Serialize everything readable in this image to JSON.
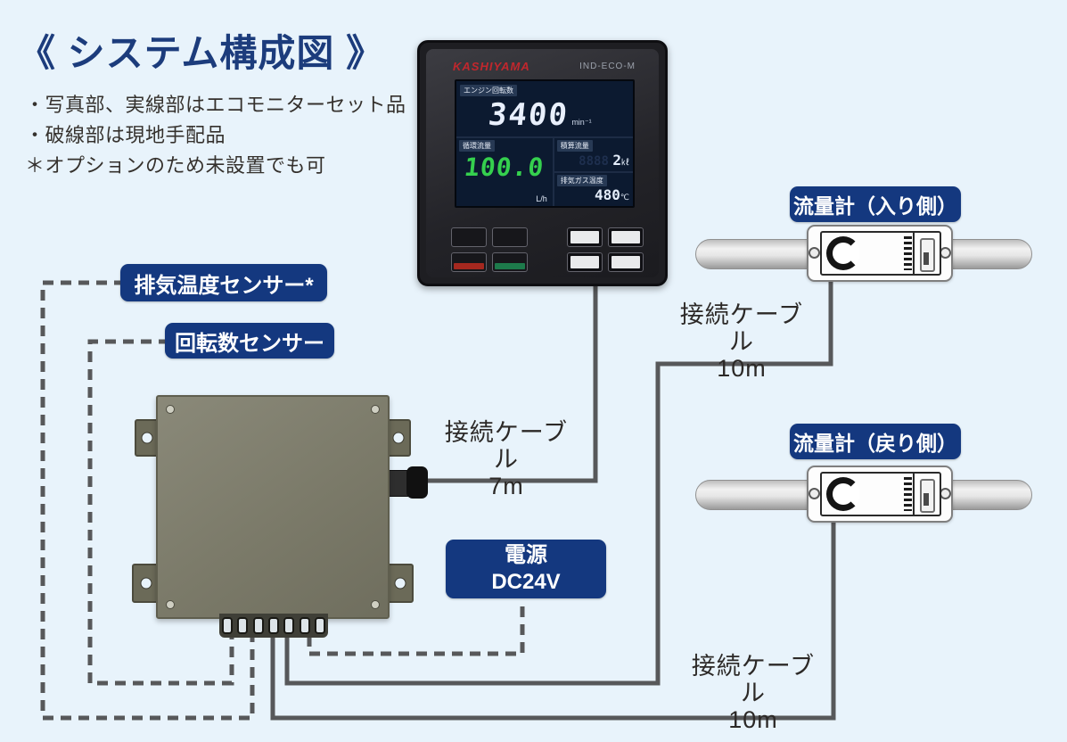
{
  "title": "《 システム構成図 》",
  "notes": [
    "・写真部、実線部はエコモニターセット品",
    "・破線部は現地手配品",
    "＊オプションのため未設置でも可"
  ],
  "monitor": {
    "brand": "KASHIYAMA",
    "model": "IND-ECO-M",
    "display": {
      "rpm_label": "エンジン回転数",
      "rpm_value": "3400",
      "rpm_unit": "min⁻¹",
      "flow_label": "循環流量",
      "flow_value": "100.0",
      "flow_unit": "L/h",
      "total_label": "積算流量",
      "total_ghost": "8888",
      "total_value": "2",
      "total_unit": "㎘",
      "temp_label": "排気ガス温度",
      "temp_value": "480",
      "temp_unit": "℃"
    }
  },
  "badges": {
    "exhaust_sensor": "排気温度センサー*",
    "rotation_sensor": "回転数センサー",
    "power_line1": "電源",
    "power_line2": "DC24V",
    "flow_in": "流量計（入り側）",
    "flow_out": "流量計（戻り側）"
  },
  "cables": {
    "panel": {
      "line1": "接続ケーブル",
      "line2": "7m"
    },
    "flow_in": {
      "line1": "接続ケーブル",
      "line2": "10m"
    },
    "flow_out": {
      "line1": "接続ケーブル",
      "line2": "10m"
    }
  },
  "colors": {
    "accent_navy": "#14387f",
    "line_gray": "#57585a",
    "background": "#e8f3fb",
    "title_navy": "#1c3c7c"
  }
}
